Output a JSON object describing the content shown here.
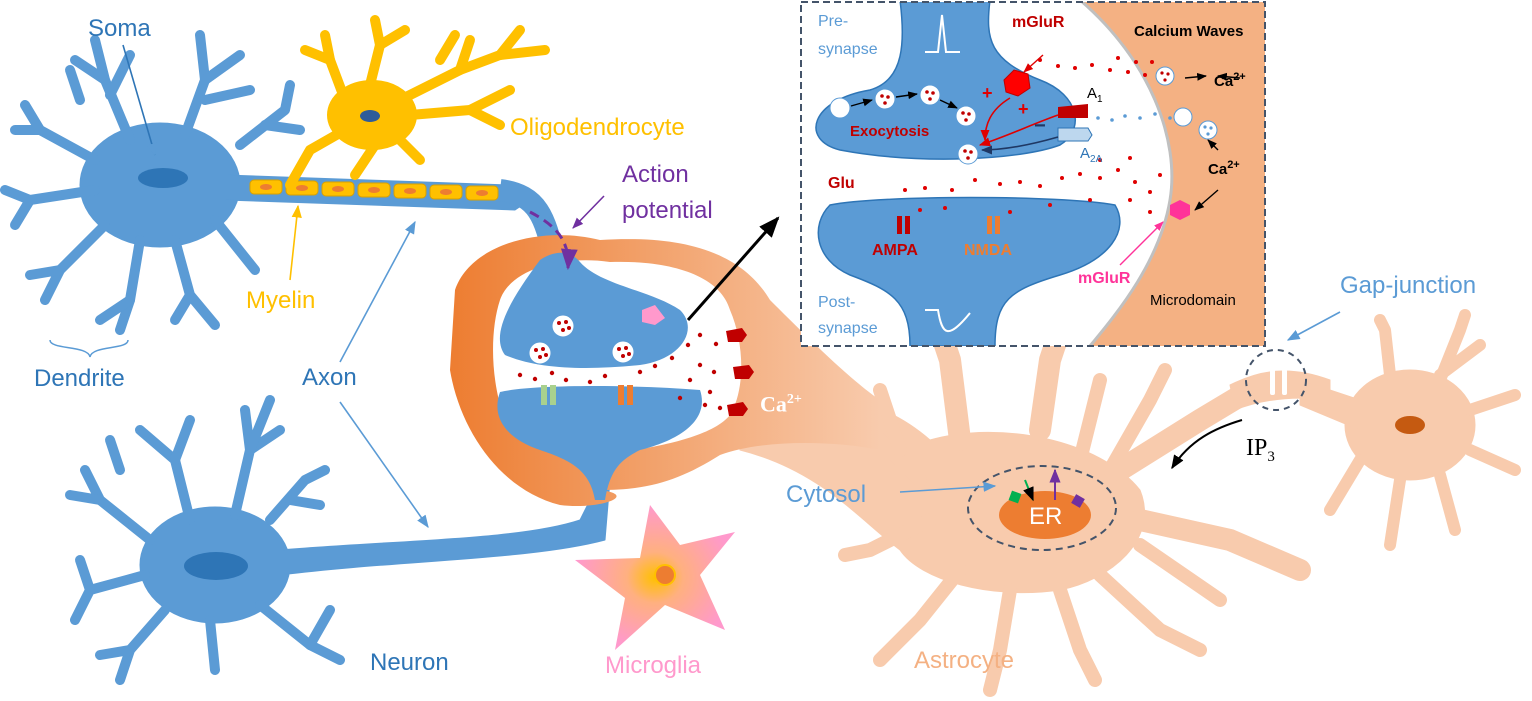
{
  "labels": {
    "soma": "Soma",
    "oligodendrocyte": "Oligodendrocyte",
    "action_potential_1": "Action",
    "action_potential_2": "potential",
    "myelin": "Myelin",
    "dendrite": "Dendrite",
    "axon": "Axon",
    "neuron": "Neuron",
    "microglia": "Microglia",
    "astrocyte": "Astrocyte",
    "cytosol": "Cytosol",
    "er": "ER",
    "gap_junction": "Gap-junction",
    "ip3_main": "IP",
    "ip3_sub": "3",
    "ca_main": "Ca",
    "ca_sup": "2+"
  },
  "inset": {
    "pre_synapse_1": "Pre-",
    "pre_synapse_2": "synapse",
    "mglur_top": "mGluR",
    "calcium_waves": "Calcium Waves",
    "ca_top_main": "Ca",
    "ca_top_sup": "2+",
    "ca_mid_main": "Ca",
    "ca_mid_sup": "2+",
    "a1_main": "A",
    "a1_sub": "1",
    "a2a_main": "A",
    "a2a_sub": "2A",
    "exocytosis": "Exocytosis",
    "plus_1": "+",
    "plus_2": "+",
    "minus": "−",
    "glu": "Glu",
    "ampa": "AMPA",
    "nmda": "NMDA",
    "mglur_bottom": "mGluR",
    "post_synapse_1": "Post-",
    "post_synapse_2": "synapse",
    "microdomain": "Microdomain"
  },
  "colors": {
    "neuron": "#5b9bd5",
    "neuron_text": "#2e75b6",
    "oligodendrocyte": "#ffc000",
    "astrocyte_light": "#f8cbad",
    "astrocyte_dark": "#ed7d31",
    "microglia": "#ff99cc",
    "glutamate": "#c00000",
    "mglur": "#ff3399",
    "arrow_purple": "#7030a0",
    "inset_border": "#44546a"
  }
}
